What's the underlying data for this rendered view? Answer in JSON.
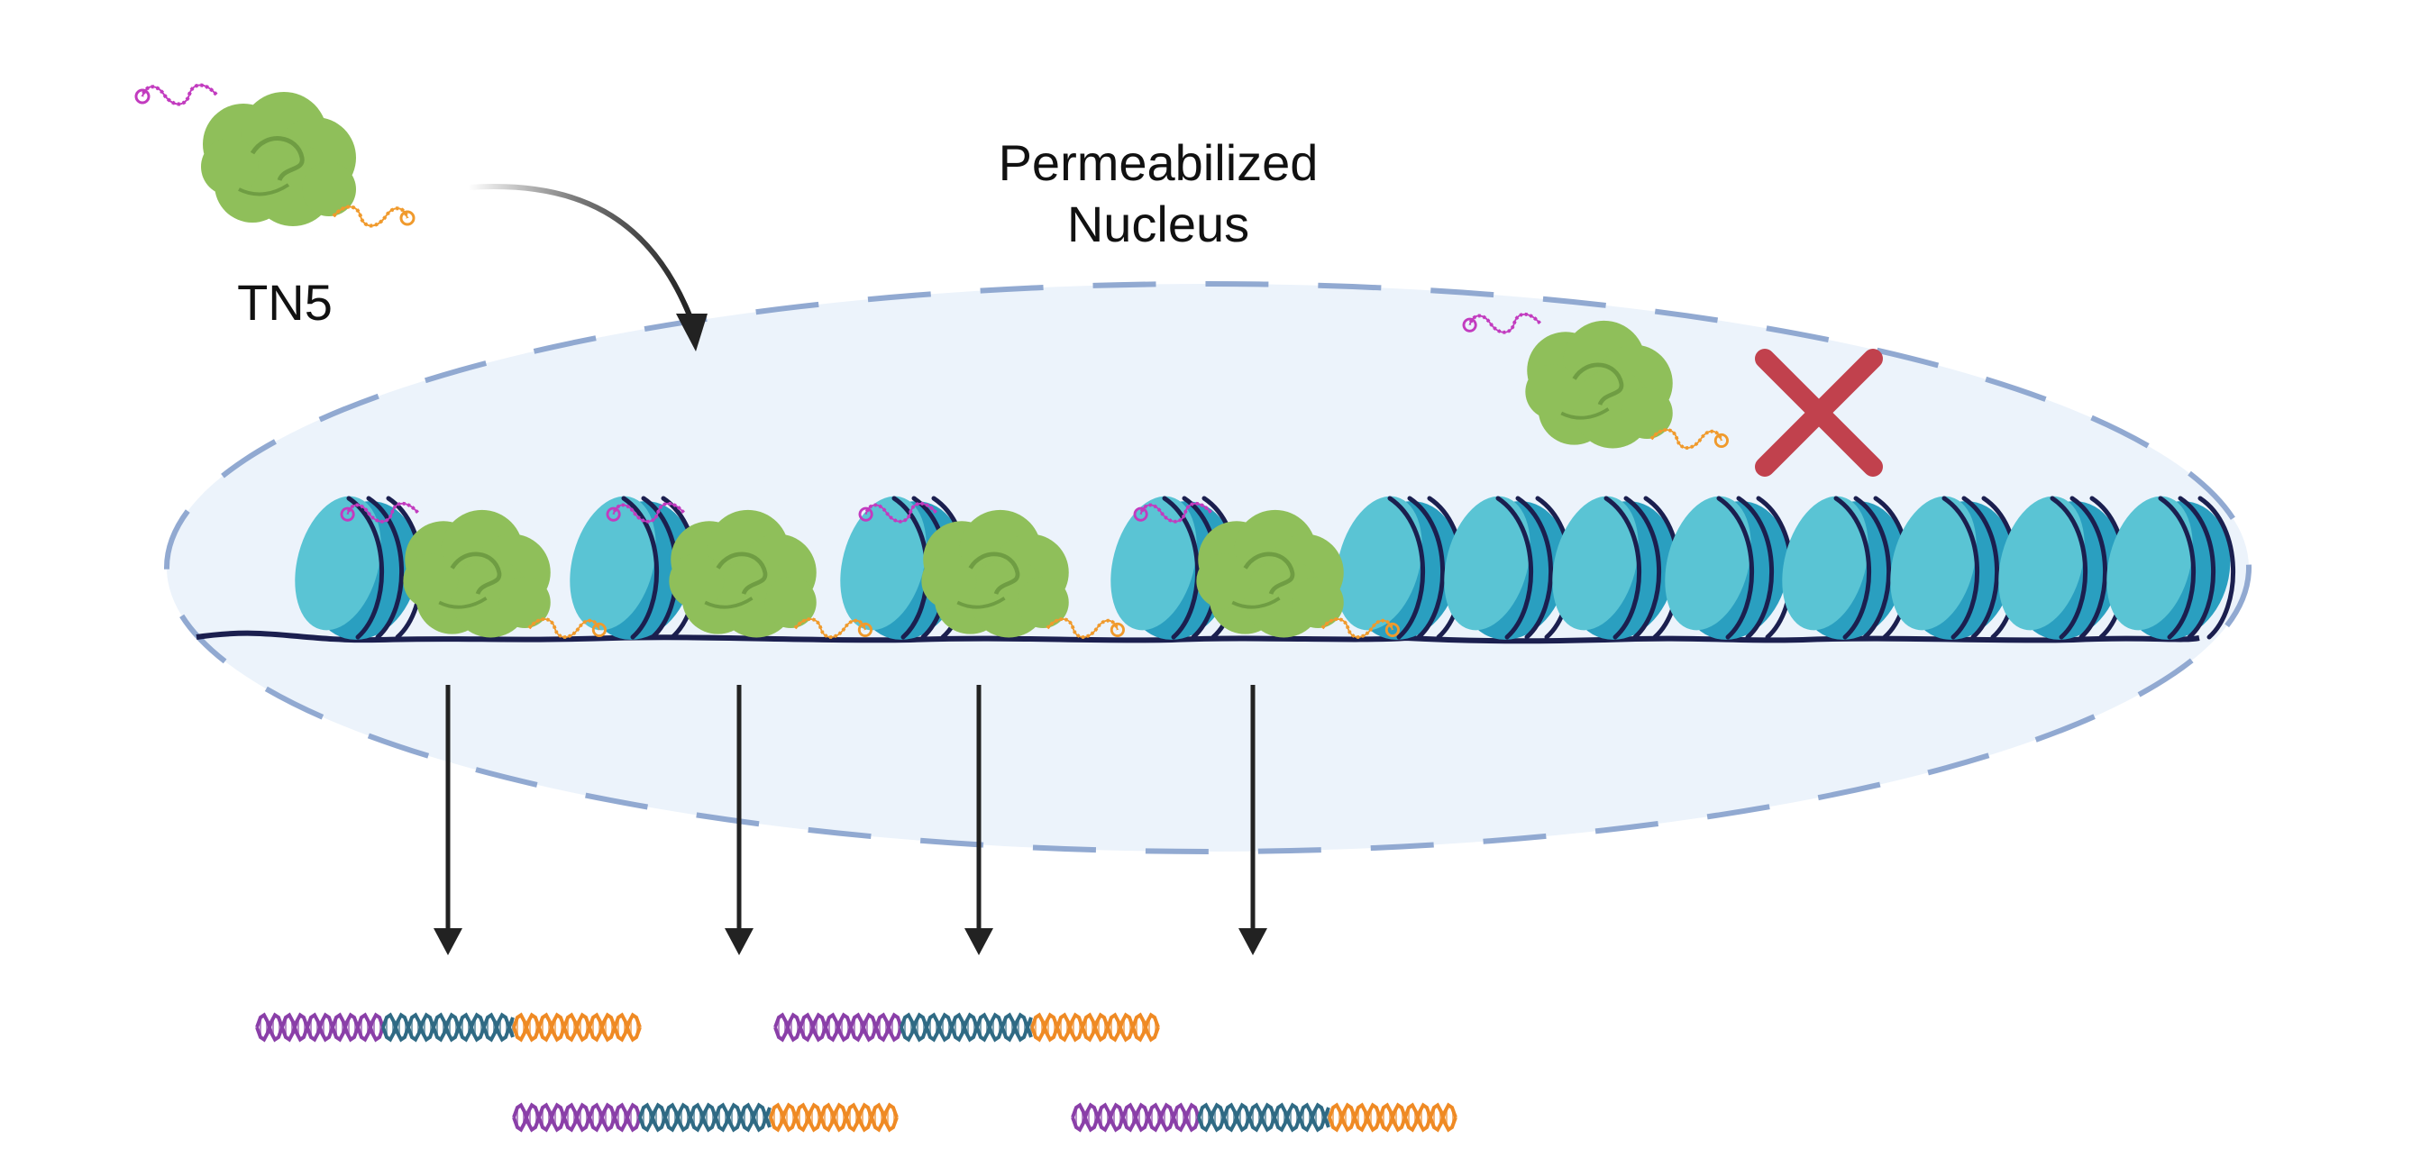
{
  "labels": {
    "enzyme": "TN5",
    "nucleus_line1": "Permeabilized",
    "nucleus_line2": "Nucleus"
  },
  "colors": {
    "background": "#ffffff",
    "nucleus_fill": "#ecf3fb",
    "nucleus_border": "#91a9d1",
    "nucleosome_light": "#5ac4d4",
    "nucleosome_dark": "#2a9fc0",
    "dna_wrap": "#1b1f4f",
    "tn5_green": "#8fbf5a",
    "tn5_dark": "#6f9d43",
    "adapter_magenta": "#c23bbf",
    "adapter_orange": "#f09a2c",
    "block_x": "#c1414d",
    "arrow": "#222222",
    "fragment_purple": "#8a3fa8",
    "fragment_teal": "#2f6a84",
    "fragment_orange": "#ef8a24"
  },
  "icons": {
    "enzyme": "tn5-transposase-icon",
    "nucleosome": "nucleosome-icon",
    "blocked": "blocked-x-icon",
    "fragment": "dna-fragment-icon"
  }
}
